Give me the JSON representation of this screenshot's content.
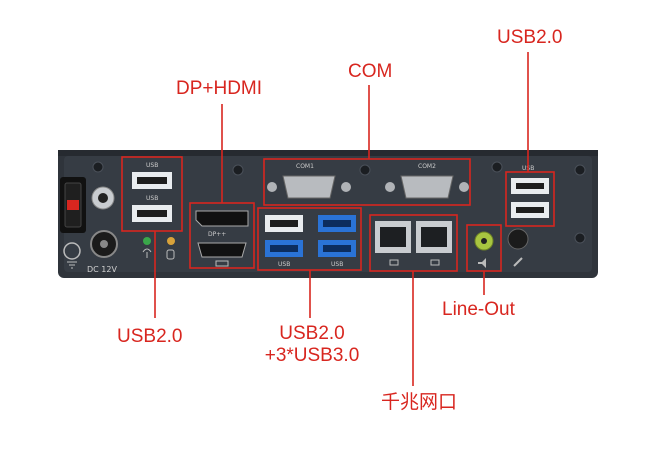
{
  "callouts": {
    "usb_top_right": "USB2.0",
    "com": "COM",
    "dp_hdmi": "DP+HDMI",
    "usb_bottom_left": "USB2.0",
    "usb_combo_line1": "USB2.0",
    "usb_combo_line2": "+3*USB3.0",
    "line_out": "Line-Out",
    "gigabit_lan": "千兆网口"
  },
  "panel_silkscreen": {
    "usb_left": "USB",
    "usb_left_2": "USB",
    "com1": "COM1",
    "com2": "COM2",
    "dp": "DP++",
    "usb_mid_left": "USB",
    "usb_mid_right": "USB",
    "usb_right": "USB",
    "dc_power": "DC 12V"
  },
  "colors": {
    "callout": "#d8261f",
    "chassis": "#2f343b",
    "usb3_blue": "#2a73d6",
    "usb2_white": "#e9ecef"
  }
}
